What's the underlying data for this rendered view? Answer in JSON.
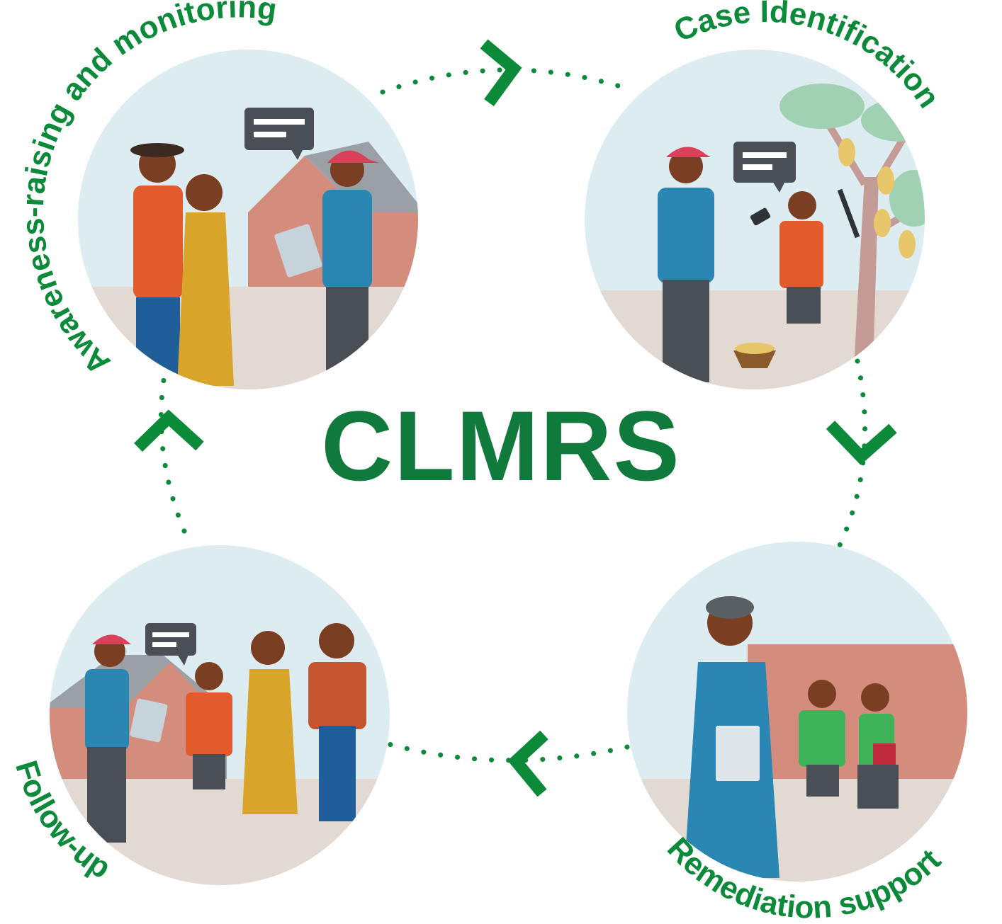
{
  "title": "CLMRS",
  "colors": {
    "accent": "#0b8a3a",
    "title": "#0f7a3c",
    "sky": "#dcecf0",
    "ground": "#e3d9d3",
    "skin": "#7a3e22",
    "cap": "#d7425a",
    "shirt_blue": "#2a86b3",
    "shirt_orange": "#e15b2c",
    "dress_yellow": "#d8a429",
    "house": "#d48c7c",
    "roof_grey": "#9aa0a6",
    "bubble": "#4a4f55"
  },
  "stages": [
    {
      "id": "awareness",
      "label": "Awareness-raising and monitoring"
    },
    {
      "id": "case",
      "label": "Case Identification"
    },
    {
      "id": "remediation",
      "label": "Remediation support"
    },
    {
      "id": "followup",
      "label": "Follow-up"
    }
  ]
}
